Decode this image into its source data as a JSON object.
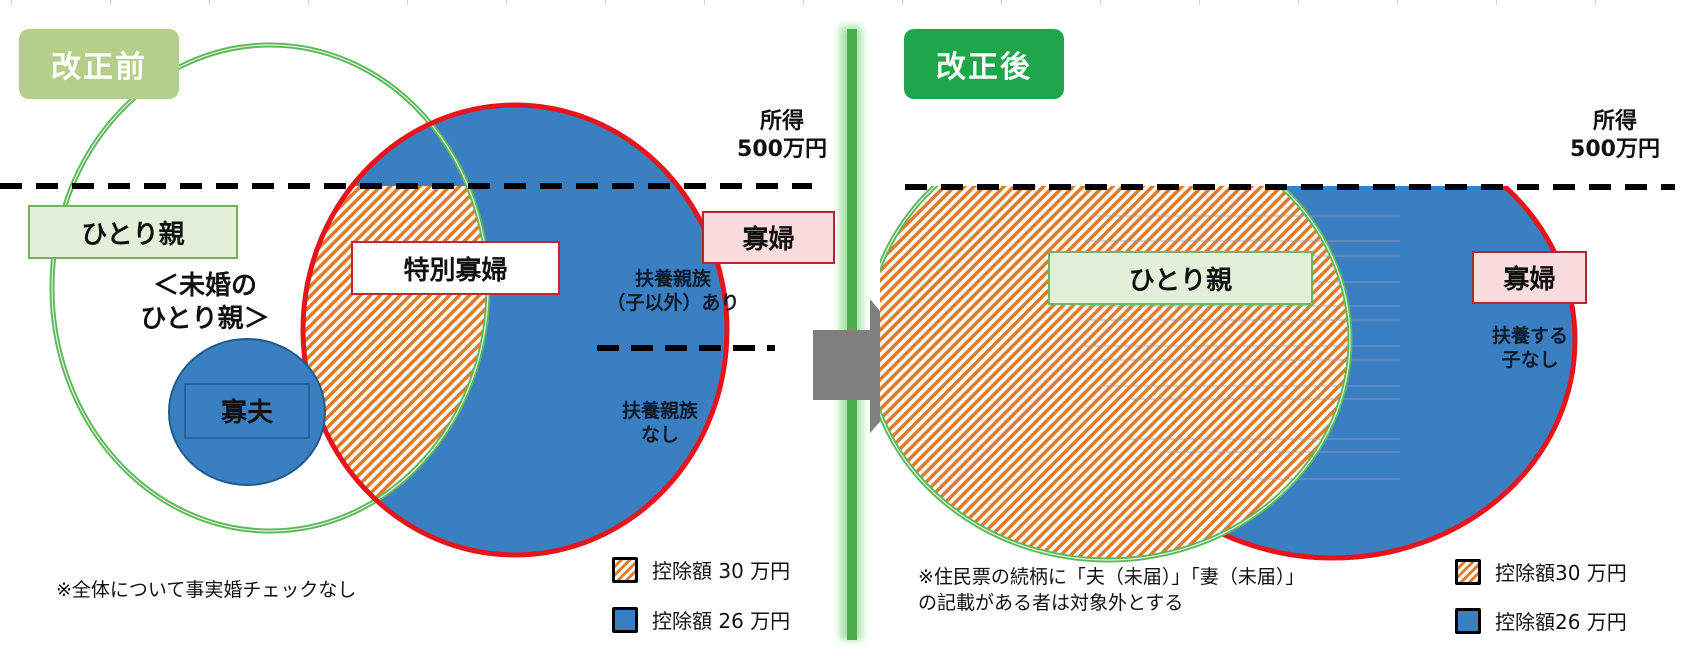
{
  "before": {
    "badge": "改正前",
    "badge_color": "#b5cf8a",
    "income_line_label": [
      "所得",
      "500万円"
    ],
    "labels": {
      "single_parent": "ひとり親",
      "unmarried_single_parent": [
        "＜未婚の",
        "ひとり親＞"
      ],
      "widower": "寡夫",
      "special_widow": "特別寡婦",
      "widow": "寡婦",
      "dependents_other_than_child": [
        "扶養親族",
        "（子以外）あり"
      ],
      "no_dependents": [
        "扶養親族",
        "なし"
      ]
    },
    "note": "※全体について事実婚チェックなし",
    "legend": [
      {
        "swatch": "hatch",
        "label": "控除額 30 万円"
      },
      {
        "swatch": "blue",
        "label": "控除額 26 万円"
      }
    ]
  },
  "after": {
    "badge": "改正後",
    "badge_color": "#1fa64a",
    "income_line_label": [
      "所得",
      "500万円"
    ],
    "labels": {
      "single_parent": "ひとり親",
      "widow": "寡婦",
      "no_dependent_child": [
        "扶養する",
        "子なし"
      ]
    },
    "note": [
      "※住民票の続柄に「夫（未届）」「妻（未届）」",
      "の記載がある者は対象外とする"
    ],
    "legend": [
      {
        "swatch": "hatch",
        "label": "控除額30 万円"
      },
      {
        "swatch": "blue",
        "label": "控除額26 万円"
      }
    ]
  },
  "arrow": {
    "icon": "right-arrow-icon",
    "color": "#7f7f7f"
  },
  "colors": {
    "deduction_26_blue": "#3a7fc1",
    "deduction_30_hatch_orange": "#e07b2a",
    "single_parent_outline_green": "#5cb85c",
    "widow_outline_red": "#e8141c",
    "divider_green": "#4cae4c",
    "single_parent_box_fill": "#e2efd9",
    "widow_box_fill": "#fadcdc"
  }
}
